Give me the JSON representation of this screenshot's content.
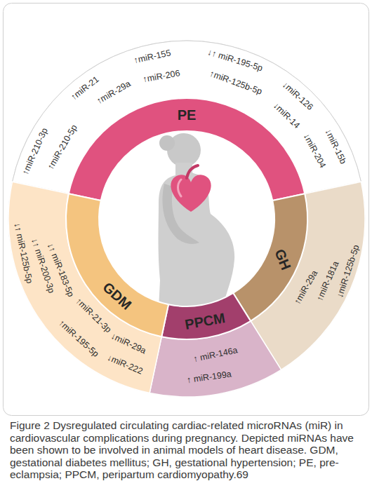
{
  "diagram": {
    "caption": "Figure 2 Dysregulated circulating cardiac-related microRNAs (miR) in cardiovascular complications during pregnancy. Depicted miRNAs have been shown to be involved in animal models of heart disease. GDM, gestational diabetes mellitus; GH, gestational hypertension; PE, pre-eclampsia; PPCM, peripartum cardiomyopathy.69",
    "nodes": [
      {
        "text": [
          "↑miR-210-3p",
          "↑miR-210-5p",
          "↑miR-21",
          "↑miR-29a",
          "↑miR-155",
          "↑miR-206",
          "↓↑ miR-195-5p",
          "↑miR-125b-5p",
          "↓miR-126",
          "↓miR-14",
          "↓miR-204",
          "↓miR-15b"
        ]
      },
      {
        "text": [
          "PE"
        ]
      },
      {
        "text": [
          "↑miR-29a",
          "↑miR-181a",
          "↓miR-125b-5p"
        ]
      },
      {
        "text": [
          "GH"
        ]
      },
      {
        "text": [
          "↑ miR-146a",
          "↑ miR-199a"
        ]
      },
      {
        "text": [
          "PPCM"
        ]
      },
      {
        "text": [
          "↓↑ miR-125b-5p",
          "↓↑ miR-200-3p",
          "↓↑ miR-183-5p",
          "↑miR-21-3p",
          "↑miR-195-5p",
          "↓miR-29a",
          "↓miR-222"
        ]
      },
      {
        "text": [
          "GDM"
        ]
      }
    ]
  }
}
